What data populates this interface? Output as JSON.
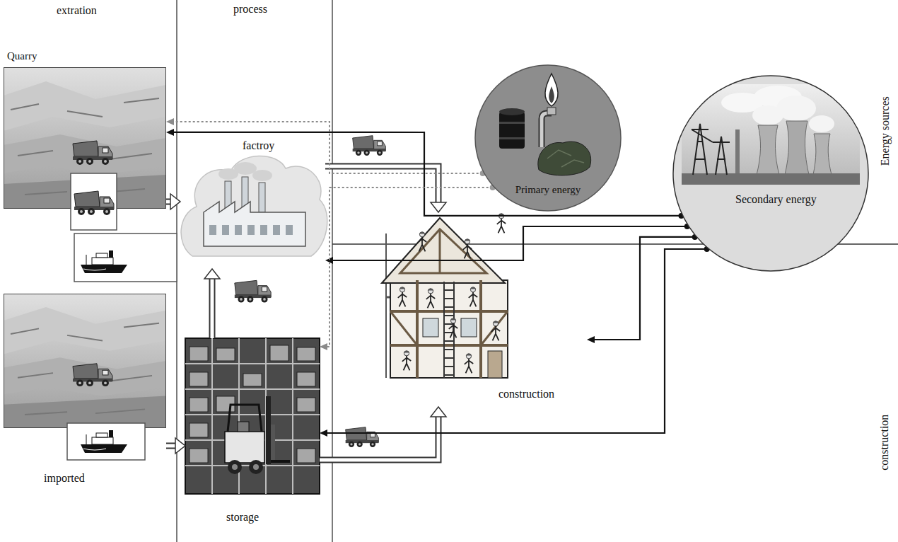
{
  "diagram": {
    "nodes": [
      {
        "text": [
          "Quarry"
        ]
      },
      {
        "text": [
          "factroy"
        ]
      },
      {
        "text": [
          "Primary energy"
        ]
      },
      {
        "text": [
          "Secondary energy"
        ]
      },
      {
        "text": [
          "construction"
        ]
      },
      {
        "text": [
          "imported"
        ]
      },
      {
        "text": [
          "storage"
        ]
      }
    ],
    "edges": [
      {
        "from": 0,
        "to": 1,
        "arrow": "to"
      },
      {
        "from": 5,
        "to": 6,
        "arrow": "to"
      },
      {
        "from": 6,
        "to": 1,
        "arrow": "to"
      },
      {
        "from": 6,
        "to": 4,
        "arrow": "to"
      },
      {
        "from": 1,
        "to": 4,
        "arrow": "to"
      },
      {
        "from": 3,
        "to": 0,
        "arrow": "to"
      },
      {
        "from": 3,
        "to": 1,
        "arrow": "to"
      },
      {
        "from": 3,
        "to": 4,
        "arrow": "to"
      },
      {
        "from": 3,
        "to": 6,
        "arrow": "to"
      },
      {
        "from": 2,
        "to": 0,
        "arrow": "to"
      },
      {
        "from": 2,
        "to": 6,
        "arrow": "to"
      }
    ],
    "labels": [
      "extration",
      "process",
      "Energy sources",
      "construction"
    ]
  }
}
